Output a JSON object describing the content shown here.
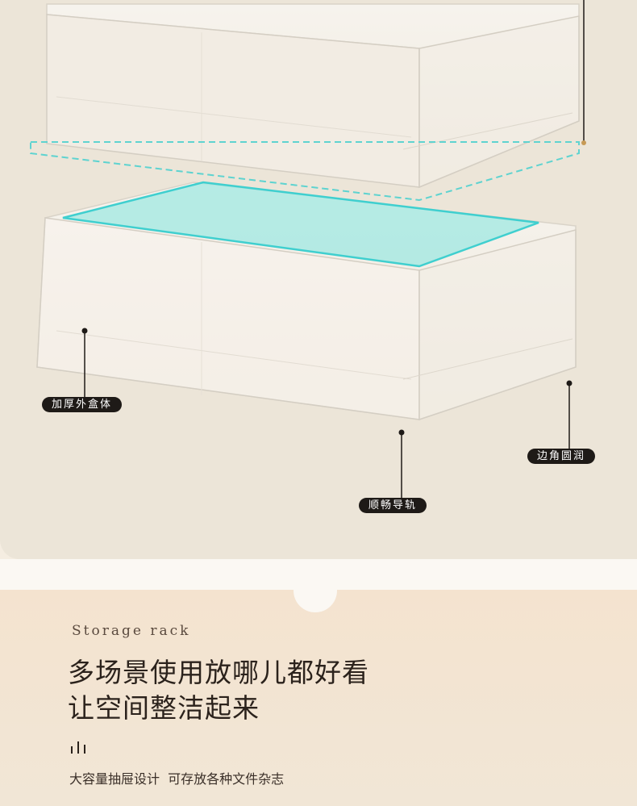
{
  "product_photo": {
    "callouts": [
      {
        "id": "thick-box",
        "label": "加厚外盒体"
      },
      {
        "id": "rounded-corners",
        "label": "边角圆润"
      },
      {
        "id": "smooth-rail",
        "label": "顺畅导轨"
      }
    ],
    "colors": {
      "highlight": "#5fd3d0",
      "label_bg": "#1e1a17",
      "background": "#ece5d8"
    }
  },
  "content": {
    "eyebrow": "Storage rack",
    "headline_line1": "多场景使用放哪儿都好看",
    "headline_line2": "让空间整洁起来",
    "subline": "大容量抽屉设计  可存放各种文件杂志"
  }
}
